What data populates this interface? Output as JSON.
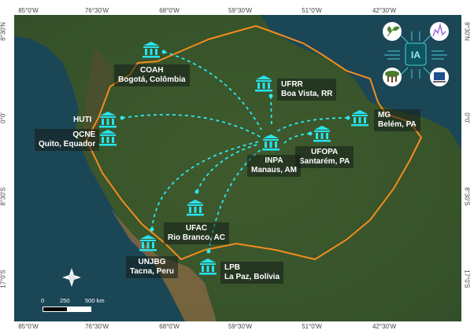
{
  "map": {
    "longitude_ticks": [
      "85°0'W",
      "76°30'W",
      "68°0'W",
      "59°30'W",
      "51°0'W",
      "42°30'W"
    ],
    "latitude_ticks": [
      "8°30'N",
      "0°0'",
      "8°30'S",
      "17°0'S"
    ],
    "institutions": [
      {
        "code": "COAH",
        "city": "Bogotá, Colômbia"
      },
      {
        "code": "UFRR",
        "city": "Boa Vista, RR"
      },
      {
        "code": "HUTI",
        "city": ""
      },
      {
        "code": "QCNE",
        "city": "Quito, Equador"
      },
      {
        "code": "MG",
        "city": "Belém, PA"
      },
      {
        "code": "UFOPA",
        "city": "Santarém, PA"
      },
      {
        "code": "INPA",
        "city": "Manaus, AM"
      },
      {
        "code": "UFAC",
        "city": "Rio Branco, AC"
      },
      {
        "code": "UNJBG",
        "city": "Tacna, Peru"
      },
      {
        "code": "LPB",
        "city": "La Paz, Bolívia"
      }
    ],
    "scale_bar": {
      "labels": [
        "0",
        "250",
        "500 km"
      ]
    },
    "ai_badge": {
      "text": "IA",
      "icons": [
        "leaf-icon",
        "chart-icon",
        "tree-icon",
        "computer-icon"
      ]
    },
    "colors": {
      "boundary": "#f28c1e",
      "connections": "#2ee6f0",
      "icon": "#27e3ef",
      "ocean": "#1b4656"
    }
  }
}
